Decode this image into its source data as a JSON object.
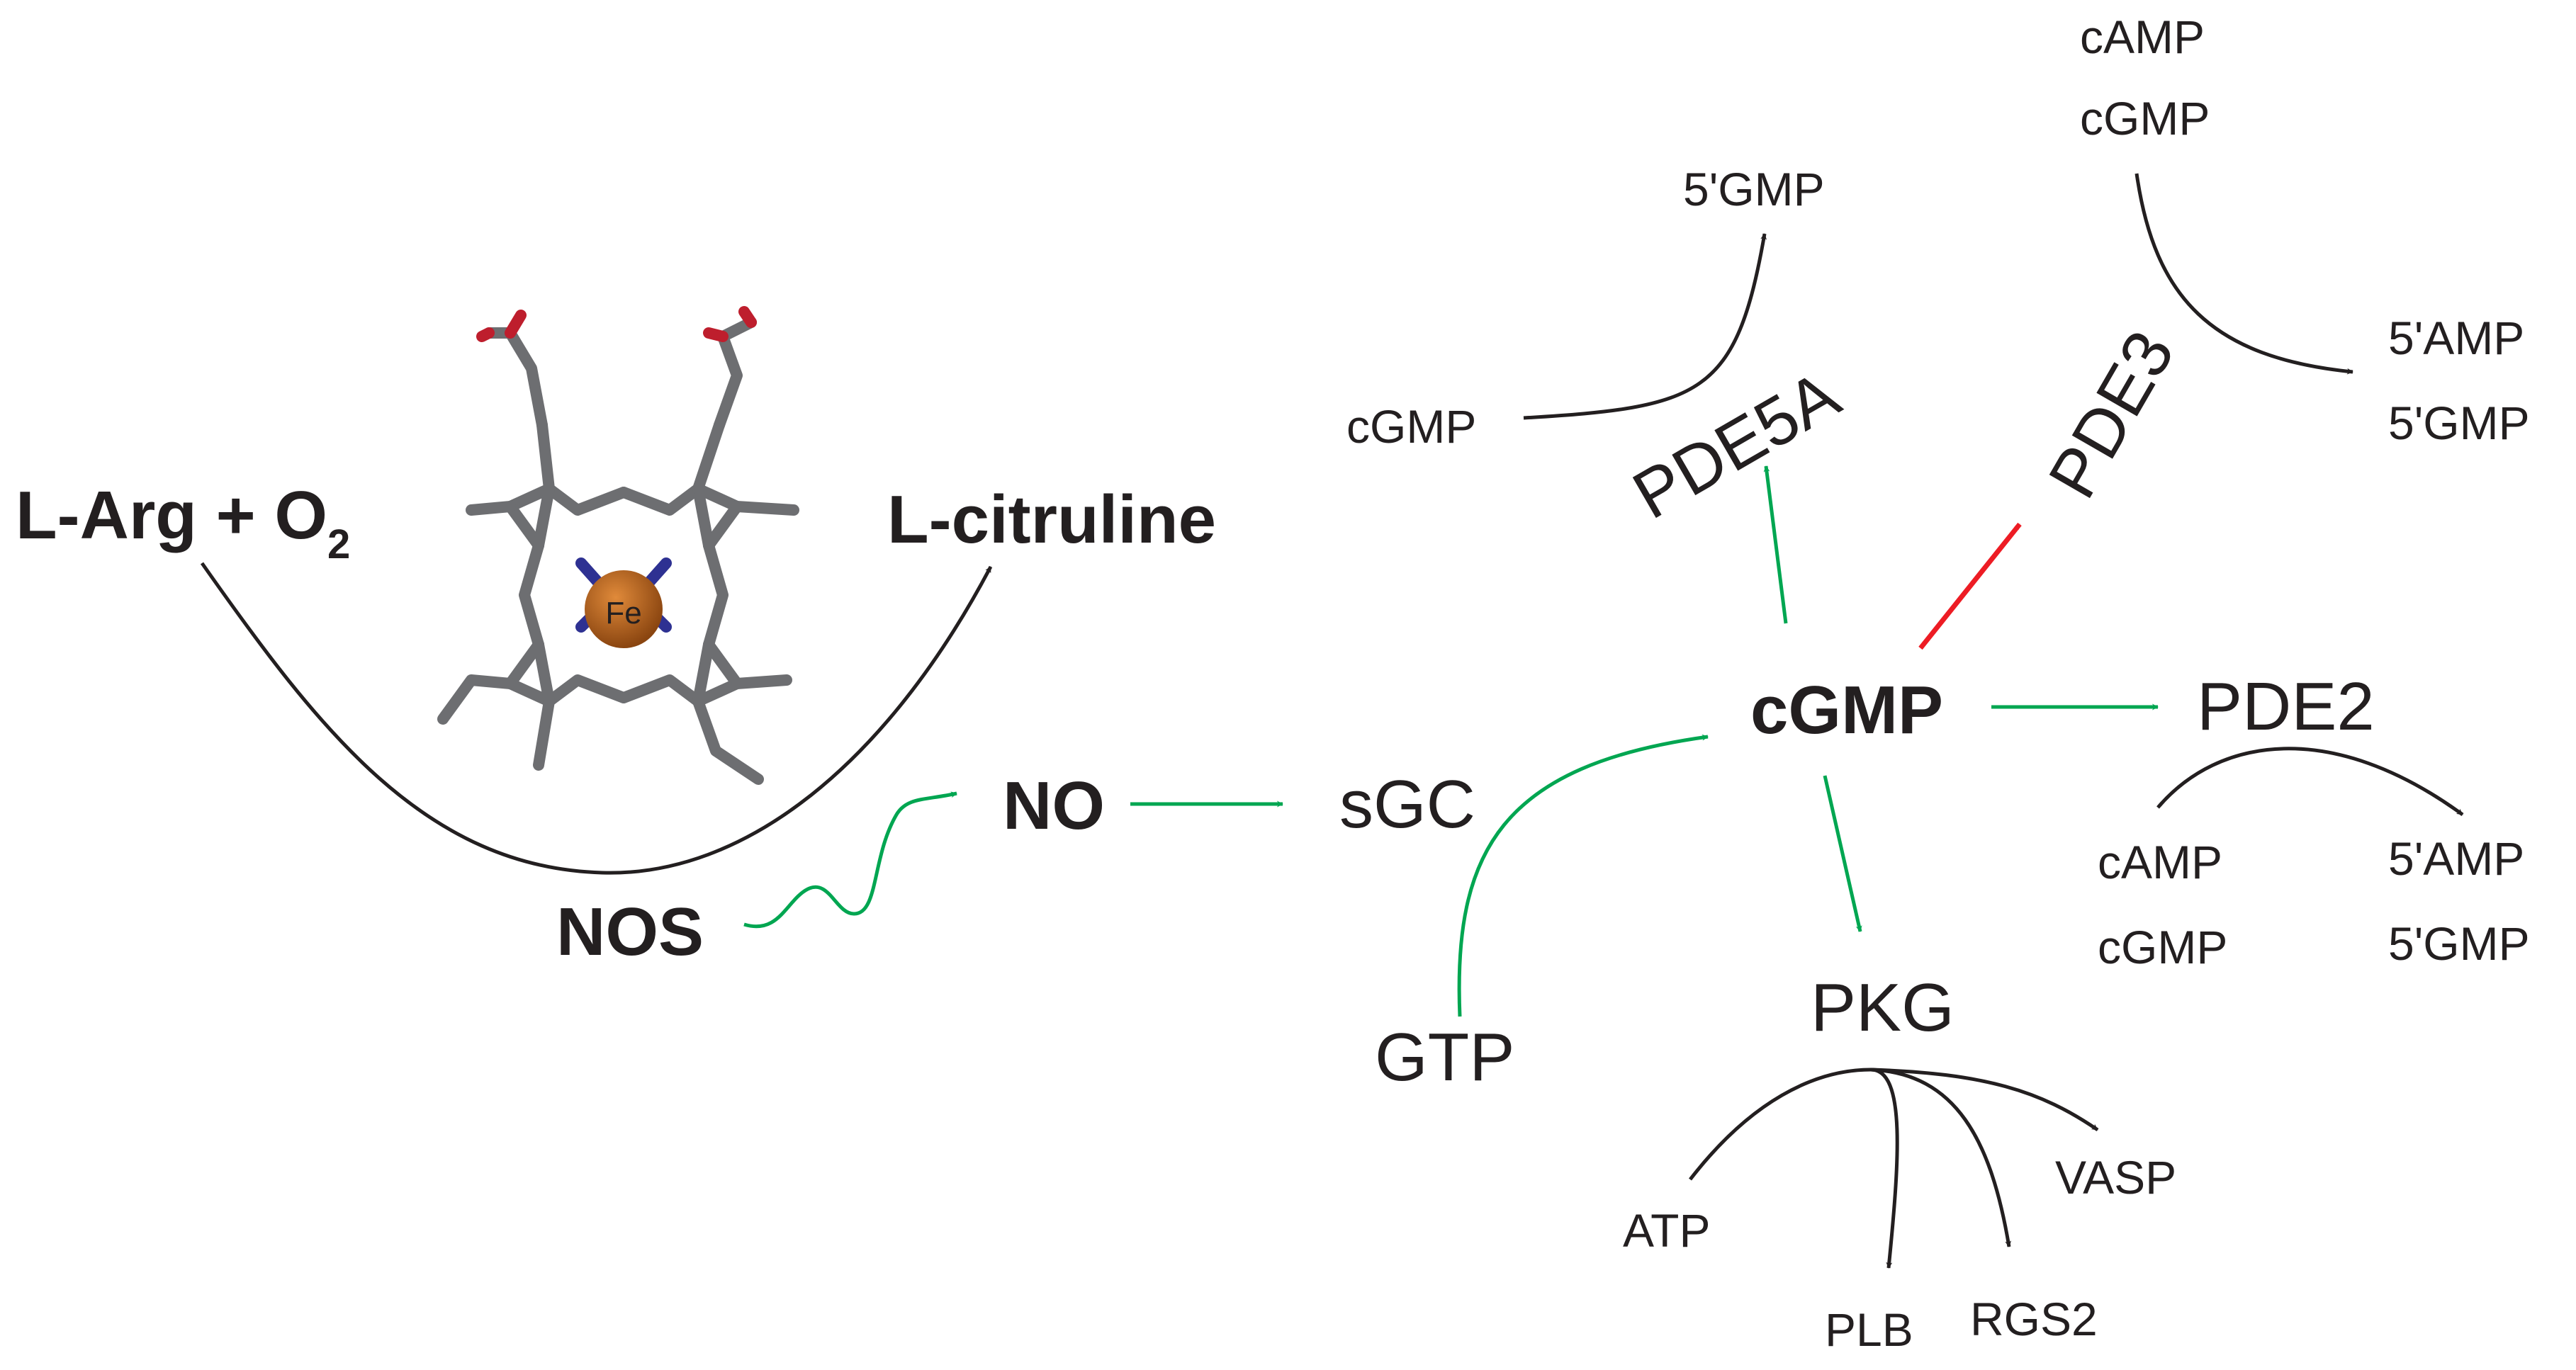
{
  "reactants": {
    "arg": "L-Arg + O",
    "o2_subscript": "2",
    "citrulline": "L-citruline",
    "nos": "NOS",
    "fe": "Fe"
  },
  "nodes": {
    "no": "NO",
    "sgc": "sGC",
    "gtp": "GTP",
    "cgmp_center": "cGMP",
    "pde5a": "PDE5A",
    "pde3": "PDE3",
    "pde2": "PDE2",
    "pkg": "PKG"
  },
  "pde5a_reaction": {
    "substrate": "cGMP",
    "product": "5'GMP"
  },
  "pde3_reaction": {
    "substrate_1": "cAMP",
    "substrate_2": "cGMP",
    "product_1": "5'AMP",
    "product_2": "5'GMP"
  },
  "pde2_reaction": {
    "substrate_1": "cAMP",
    "substrate_2": "cGMP",
    "product_1": "5'AMP",
    "product_2": "5'GMP"
  },
  "pkg_reaction": {
    "substrate": "ATP",
    "targets": [
      "PLB",
      "RGS2",
      "VASP"
    ]
  },
  "colors": {
    "activation": "#00a651",
    "inhibition": "#ed1c24",
    "reaction": "#231f20",
    "heme_carbon": "#6d6e71",
    "heme_nitrogen": "#2e3192",
    "heme_oxygen": "#be1e2d",
    "iron": "#c1661b"
  }
}
